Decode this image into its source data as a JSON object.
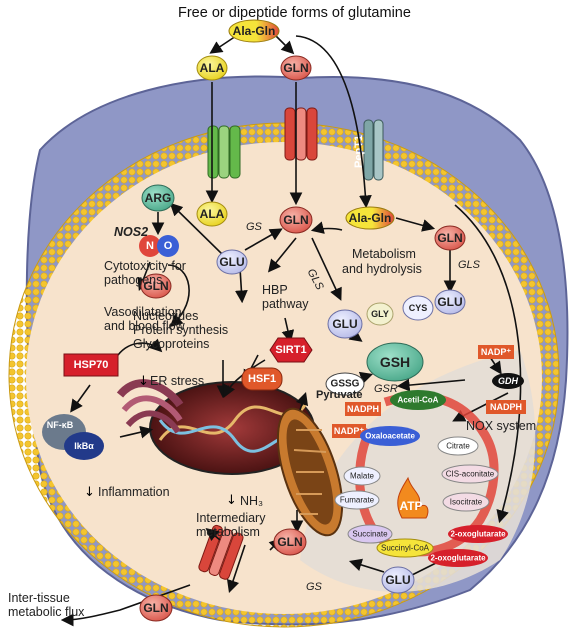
{
  "header": {
    "title": "Free or dipeptide forms of glutamine"
  },
  "nodes": {
    "ala_gln_top": "Ala-Gln",
    "ala_top": "ALA",
    "gln_top": "GLN",
    "pept1": "PepT1",
    "ala_in": "ALA",
    "gln_center": "GLN",
    "ala_gln_in": "Ala-Gln",
    "gln_right": "GLN",
    "glu_right": "GLU",
    "arg": "ARG",
    "n": "N",
    "o": "O",
    "glu_left": "GLU",
    "gln_nuc": "GLN",
    "sirt1": "SIRT1",
    "hsf1": "HSF1",
    "hsp70": "HSP70",
    "nfkb": "NF-κB",
    "ikba": "IkBα",
    "glu_gsh": "GLU",
    "gly": "GLY",
    "cys": "CYS",
    "gsh": "GSH",
    "gssg": "GSSG",
    "nadph_mid": "NADPH",
    "nadp_mid": "NADP⁺",
    "nadp_right": "NADP⁺",
    "gdh": "GDH",
    "nadph_right": "NADPH",
    "gln_bottom": "GLN",
    "glu_bottom": "GLU",
    "gln_out": "GLN",
    "atp": "ATP"
  },
  "labels": {
    "gs_top": "GS",
    "gls_mid": "GLS",
    "gls_right": "GLS",
    "metabolism": "Metabolism\nand hydrolysis",
    "nos2": "NOS2",
    "cytotoxicity": "Cytotoxicity for\npathogens",
    "vasodilatation": "Vasodilatation\nand blood flow",
    "nucleotides": "Nucleotides\nProtein synthesis\nGlycoproteins",
    "hbp": "HBP\npathway",
    "er_stress": "ER stress",
    "gsr": "GSR",
    "pyruvate": "Pyruvate",
    "nox": "NOX system",
    "inflammation": "Inflammation",
    "nh3": "NH₃",
    "intermediary": "Intermediary\nmetabolism",
    "gs_bottom": "GS",
    "inter_tissue": "Inter-tissue\nmetabolic flux"
  },
  "tca": {
    "acetyl_coa": "Acetil-CoA",
    "oxaloacetate": "Oxaloacetate",
    "citrate": "Citrate",
    "malate": "Malate",
    "cis_aconitate": "CIS-aconitate",
    "fumarate": "Fumarate",
    "isocitrate": "Isocitrate",
    "succinate": "Succinate",
    "succinyl_coa": "Succinyl-CoA",
    "oxoglutarate_1": "2-oxoglutarate",
    "oxoglutarate_2": "2-oxoglutarate"
  },
  "colors": {
    "cell_membrane": "#f2c230",
    "cytoplasm": "#f7e3cc",
    "background_cell": "#8f97c6",
    "gln_node": "#e8776d",
    "ala_node": "#f2e53a",
    "glu_node": "#c9cdef",
    "sirt1": "#d6202b",
    "nadph": "#e0582a"
  }
}
